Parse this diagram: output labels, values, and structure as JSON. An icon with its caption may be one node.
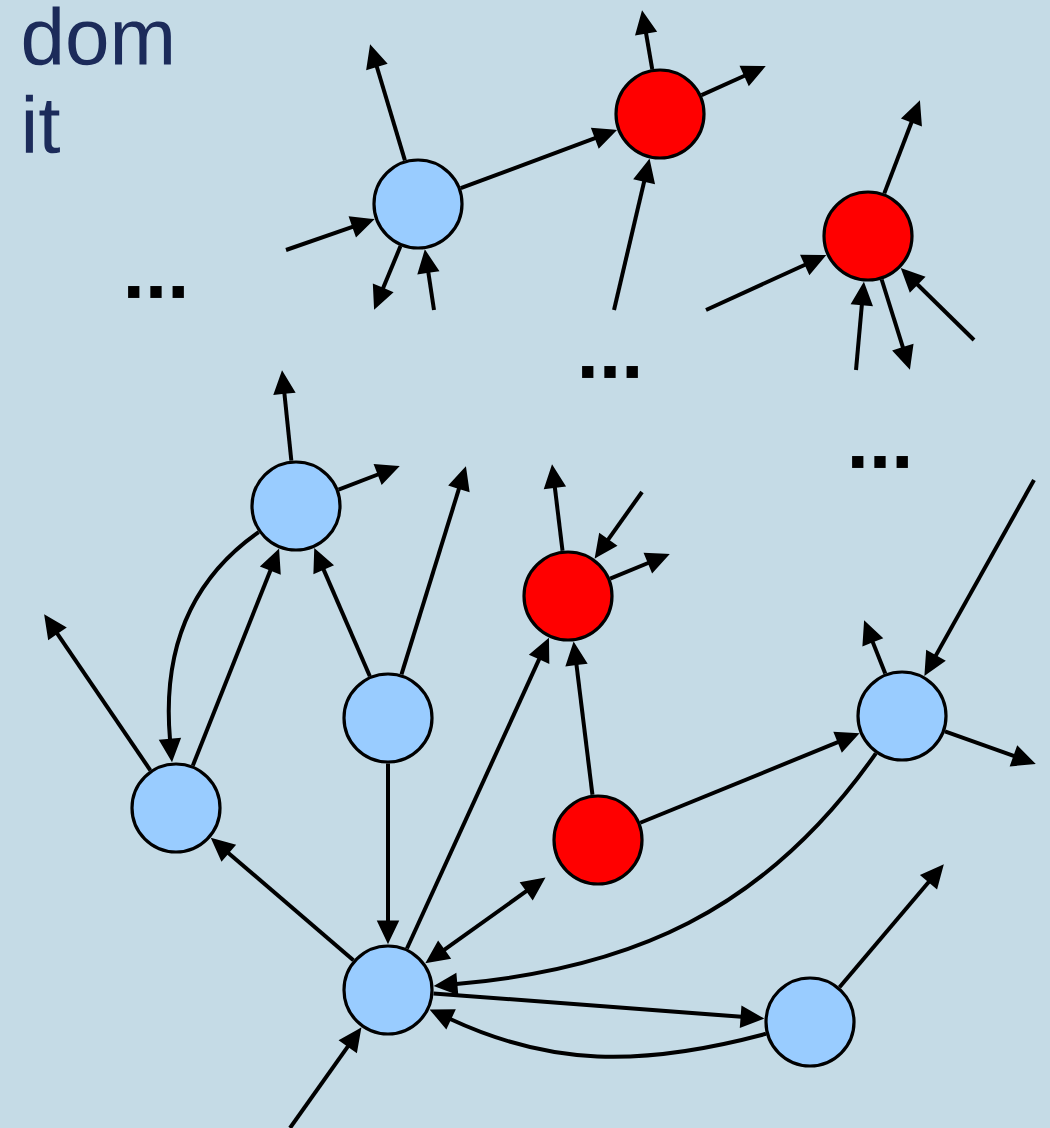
{
  "diagram": {
    "nodes": [
      {
        "text": [],
        "shape": "circle"
      },
      {
        "text": [],
        "shape": "circle"
      },
      {
        "text": [],
        "shape": "circle"
      },
      {
        "text": [],
        "shape": "circle"
      },
      {
        "text": [],
        "shape": "circle"
      },
      {
        "text": [],
        "shape": "circle"
      },
      {
        "text": [],
        "shape": "circle"
      },
      {
        "text": [],
        "shape": "circle"
      },
      {
        "text": [],
        "shape": "circle"
      },
      {
        "text": [],
        "shape": "circle"
      },
      {
        "text": [],
        "shape": "circle"
      }
    ],
    "edges": [
      {
        "from": null,
        "to": 0,
        "arrow": "to"
      },
      {
        "from": 0,
        "to": null,
        "arrow": "to"
      },
      {
        "from": 0,
        "to": null,
        "arrow": "to"
      },
      {
        "from": null,
        "to": 0,
        "arrow": "to"
      },
      {
        "from": 0,
        "to": 1,
        "arrow": "to"
      },
      {
        "from": 1,
        "to": null,
        "arrow": "to"
      },
      {
        "from": 1,
        "to": null,
        "arrow": "to"
      },
      {
        "from": null,
        "to": 1,
        "arrow": "to"
      },
      {
        "from": 2,
        "to": null,
        "arrow": "to"
      },
      {
        "from": null,
        "to": 2,
        "arrow": "to"
      },
      {
        "from": null,
        "to": 2,
        "arrow": "to"
      },
      {
        "from": 2,
        "to": null,
        "arrow": "to"
      },
      {
        "from": null,
        "to": 2,
        "arrow": "to"
      },
      {
        "from": 3,
        "to": null,
        "arrow": "to"
      },
      {
        "from": 3,
        "to": null,
        "arrow": "to"
      },
      {
        "from": 3,
        "to": 7,
        "arrow": "to"
      },
      {
        "from": 7,
        "to": 3,
        "arrow": "to"
      },
      {
        "from": 5,
        "to": 3,
        "arrow": "to"
      },
      {
        "from": 5,
        "to": null,
        "arrow": "to"
      },
      {
        "from": 4,
        "to": null,
        "arrow": "to"
      },
      {
        "from": null,
        "to": 4,
        "arrow": "to"
      },
      {
        "from": 4,
        "to": null,
        "arrow": "to"
      },
      {
        "from": 9,
        "to": 4,
        "arrow": "to"
      },
      {
        "from": 8,
        "to": 4,
        "arrow": "to"
      },
      {
        "from": 7,
        "to": null,
        "arrow": "to"
      },
      {
        "from": 9,
        "to": 7,
        "arrow": "to"
      },
      {
        "from": 5,
        "to": 9,
        "arrow": "to"
      },
      {
        "from": 9,
        "to": 8,
        "arrow": "both"
      },
      {
        "from": 6,
        "to": 9,
        "arrow": "to"
      },
      {
        "from": 9,
        "to": 10,
        "arrow": "to"
      },
      {
        "from": 10,
        "to": 9,
        "arrow": "to"
      },
      {
        "from": null,
        "to": 9,
        "arrow": "to"
      },
      {
        "from": 8,
        "to": 6,
        "arrow": "to"
      },
      {
        "from": 6,
        "to": null,
        "arrow": "to"
      },
      {
        "from": null,
        "to": 6,
        "arrow": "to"
      },
      {
        "from": 6,
        "to": null,
        "arrow": "to"
      },
      {
        "from": 10,
        "to": null,
        "arrow": "to"
      }
    ],
    "labels": [
      "dom",
      "it",
      "...",
      "...",
      "..."
    ]
  }
}
